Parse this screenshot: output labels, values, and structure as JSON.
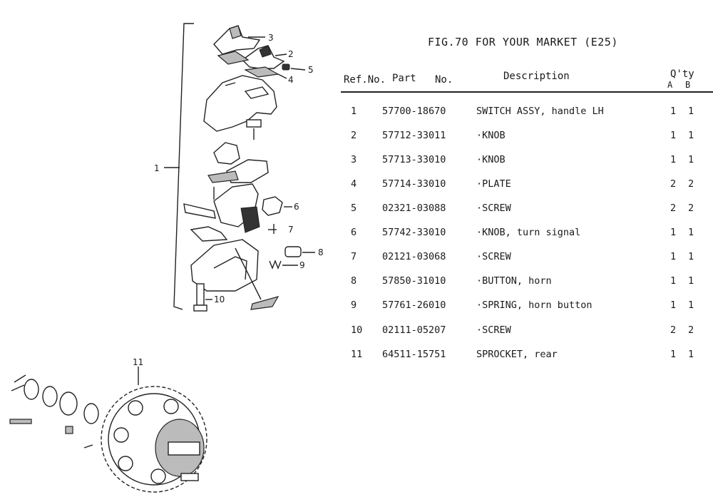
{
  "figure": {
    "title": "FIG.70  FOR YOUR MARKET (E25)"
  },
  "headers": {
    "ref": "Ref.No.",
    "part": "Part",
    "no": "No.",
    "description": "Description",
    "qty": "Q'ty",
    "qty_a": "A",
    "qty_b": "B"
  },
  "rows": [
    {
      "ref": "1",
      "part": "57700-18670",
      "desc": "SWITCH ASSY, handle LH",
      "a": "1",
      "b": "1"
    },
    {
      "ref": "2",
      "part": "57712-33011",
      "desc": "·KNOB",
      "a": "1",
      "b": "1"
    },
    {
      "ref": "3",
      "part": "57713-33010",
      "desc": "·KNOB",
      "a": "1",
      "b": "1"
    },
    {
      "ref": "4",
      "part": "57714-33010",
      "desc": "·PLATE",
      "a": "2",
      "b": "2"
    },
    {
      "ref": "5",
      "part": "02321-03088",
      "desc": "·SCREW",
      "a": "2",
      "b": "2"
    },
    {
      "ref": "6",
      "part": "57742-33010",
      "desc": "·KNOB, turn signal",
      "a": "1",
      "b": "1"
    },
    {
      "ref": "7",
      "part": "02121-03068",
      "desc": "·SCREW",
      "a": "1",
      "b": "1"
    },
    {
      "ref": "8",
      "part": "57850-31010",
      "desc": "·BUTTON, horn",
      "a": "1",
      "b": "1"
    },
    {
      "ref": "9",
      "part": "57761-26010",
      "desc": "·SPRING, horn button",
      "a": "1",
      "b": "1"
    },
    {
      "ref": "10",
      "part": "02111-05207",
      "desc": "·SCREW",
      "a": "2",
      "b": "2"
    },
    {
      "ref": "11",
      "part": "64511-15751",
      "desc": "SPROCKET, rear",
      "a": "1",
      "b": "1"
    }
  ],
  "callouts": {
    "c1": "1",
    "c2": "2",
    "c3": "3",
    "c4": "4",
    "c5": "5",
    "c6": "6",
    "c7": "7",
    "c8": "8",
    "c9": "9",
    "c10": "10",
    "c11": "11"
  }
}
